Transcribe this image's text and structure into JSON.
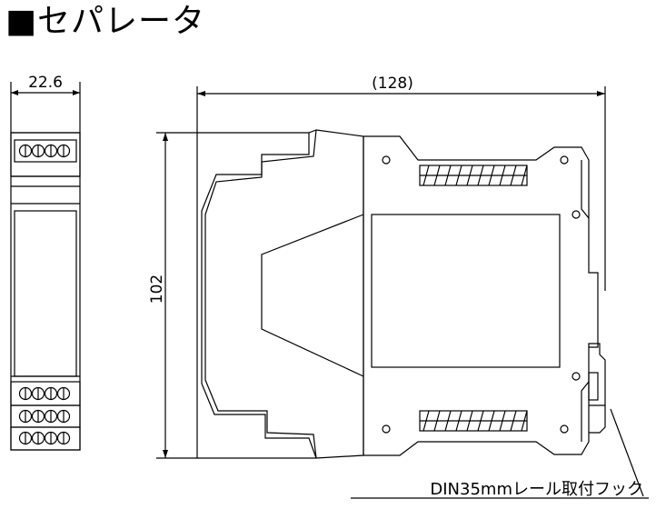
{
  "title": "■セパレータ",
  "dimensions": {
    "front_width": "22.6",
    "side_depth": "(128)",
    "height": "102"
  },
  "callout": {
    "label": "DIN35mmレール取付フック"
  },
  "colors": {
    "line": "#000000",
    "background": "#ffffff"
  }
}
